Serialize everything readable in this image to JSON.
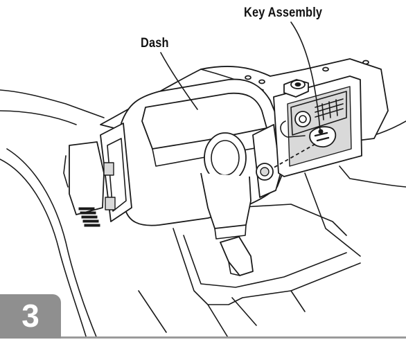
{
  "figure": {
    "step_number": "3",
    "callouts": {
      "key_assembly": "Key Assembly",
      "dash": "Dash"
    },
    "colors": {
      "line": "#1a1a1a",
      "badge": "#8f8f8f",
      "rule": "#9a9a9a"
    }
  }
}
